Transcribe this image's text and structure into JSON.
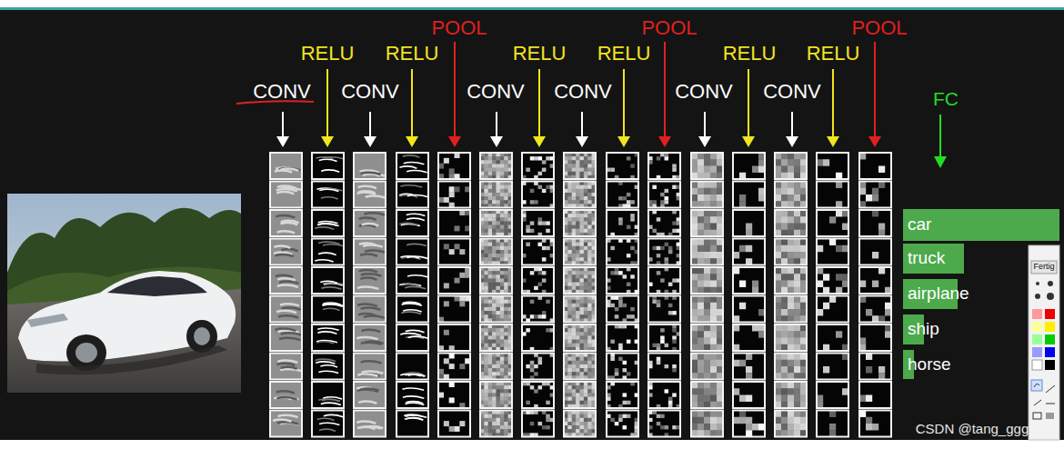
{
  "diagram": {
    "nodes": [
      {
        "text": [
          "car"
        ]
      },
      {
        "text": [
          "truck"
        ]
      },
      {
        "text": [
          "airplane"
        ]
      },
      {
        "text": [
          "ship"
        ]
      },
      {
        "text": [
          "horse"
        ]
      }
    ],
    "labels": [
      "CONV",
      "RELU",
      "CONV",
      "RELU",
      "POOL",
      "CONV",
      "RELU",
      "CONV",
      "RELU",
      "POOL",
      "CONV",
      "RELU",
      "CONV",
      "RELU",
      "POOL",
      "FC",
      "Fertig",
      "CSDN @tang_ggg"
    ]
  }
}
